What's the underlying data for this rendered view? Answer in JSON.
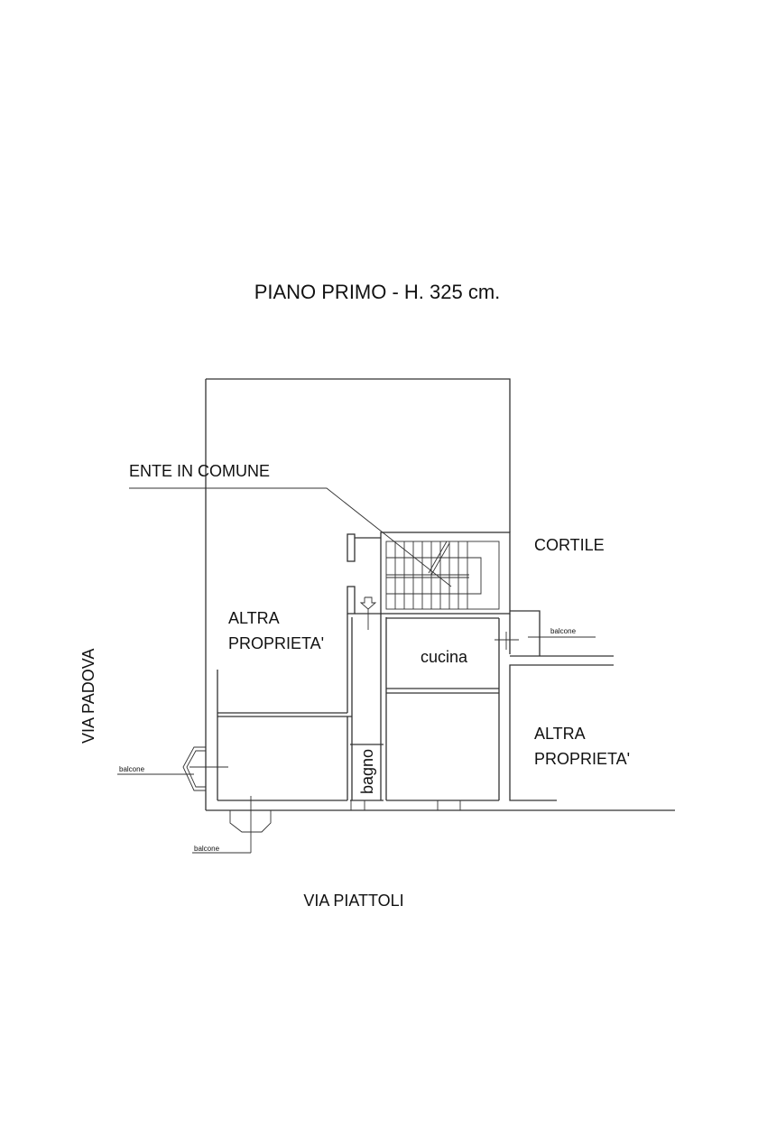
{
  "title": "PIANO PRIMO - H. 325 cm.",
  "labels": {
    "common_area": "ENTE IN COMUNE",
    "courtyard": "CORTILE",
    "other_property_left_1": "ALTRA",
    "other_property_left_2": "PROPRIETA'",
    "kitchen": "cucina",
    "bathroom": "bagno",
    "other_property_right_1": "ALTRA",
    "other_property_right_2": "PROPRIETA'",
    "balcony_right": "balcone",
    "balcony_left": "balcone",
    "balcony_bottom": "balcone"
  },
  "streets": {
    "west": "VIA PADOVA",
    "south": "VIA PIATTOLI"
  },
  "colors": {
    "line": "#333333",
    "text": "#111111",
    "background": "#ffffff"
  }
}
